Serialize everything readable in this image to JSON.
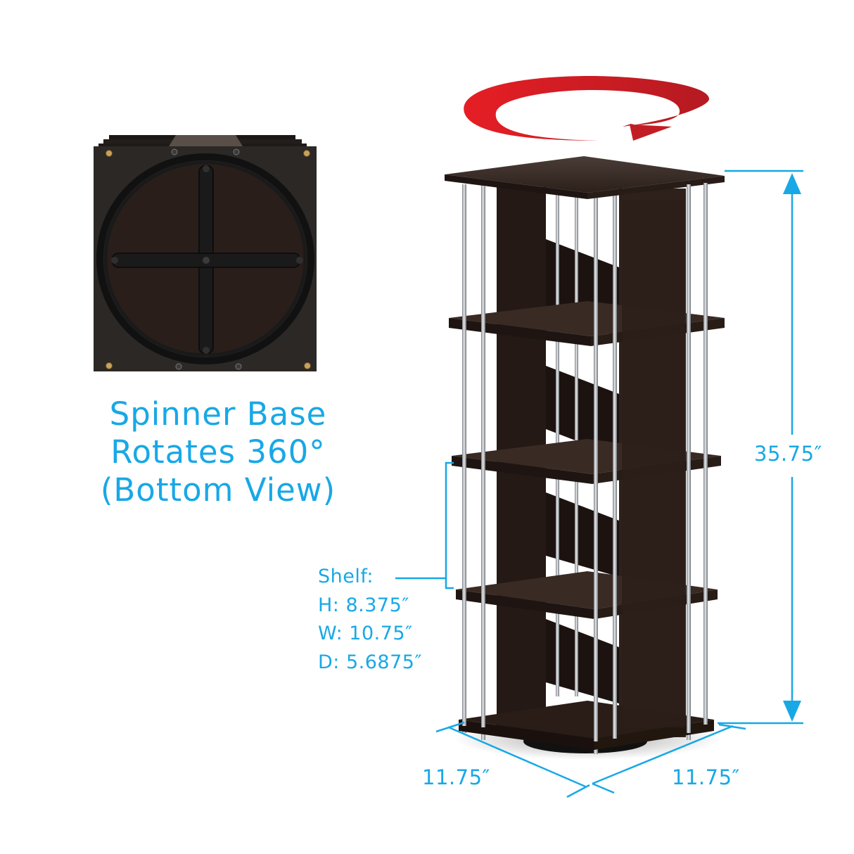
{
  "spinner_caption": {
    "line1": "Spinner Base",
    "line2": "Rotates 360°",
    "line3": "(Bottom View)"
  },
  "shelf_specs": {
    "label": "Shelf:",
    "height": "H: 8.375″",
    "width": "W: 10.75″",
    "depth": "D: 5.6875″"
  },
  "dimensions": {
    "overall_height": "35.75″",
    "base_left_width": "11.75″",
    "base_right_depth": "11.75″"
  },
  "icons": {
    "rotation_arrow": "rotate-clockwise-arrow-icon",
    "height_arrow": "double-headed-vertical-arrow-icon"
  },
  "colors": {
    "dimension_blue": "#18a8e6",
    "rotation_red": "#d9232b",
    "wood_dark": "#2a1d18",
    "wood_mid": "#3a2a24",
    "chrome": "#b8bcc0",
    "base_panel": "#2b2826"
  }
}
